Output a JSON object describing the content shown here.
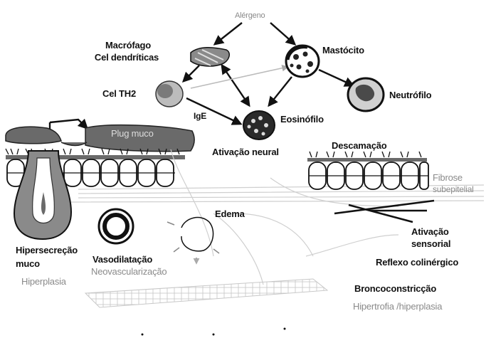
{
  "labels": {
    "alergeno": "Alérgeno",
    "macrofago": "Macrófago",
    "cel_dendriticas": "Cel dendríticas",
    "mastocito": "Mastócito",
    "cel_th2": "Cel TH2",
    "neutrofilo": "Neutrófilo",
    "ige": "IgE",
    "eosinofilo": "Eosinófilo",
    "plug_muco": "Plug muco",
    "ativacao_neural": "Ativação neural",
    "descamacao": "Descamação",
    "fibrose": "Fibrose",
    "subepitelial": "subepitelial",
    "edema": "Edema",
    "ativacao": "Ativação",
    "sensorial": "sensorial",
    "hipersecrecao": "Hipersecreção",
    "muco": "muco",
    "hiperplasia": "Hiperplasia",
    "vasodilatacao": "Vasodilatação",
    "neovascularizacao": "Neovascularização",
    "reflexo_colinergico": "Reflexo colinérgico",
    "broncoconstriccao": "Broncoconstricção",
    "hipertrofia_hiperplasia": "Hipertrofia /hiperplasia"
  },
  "colors": {
    "ink": "#111111",
    "cell_fill": "#6a6a6a",
    "light_grey": "#cfcfcf",
    "muscle_fill": "#e9e9e9"
  }
}
